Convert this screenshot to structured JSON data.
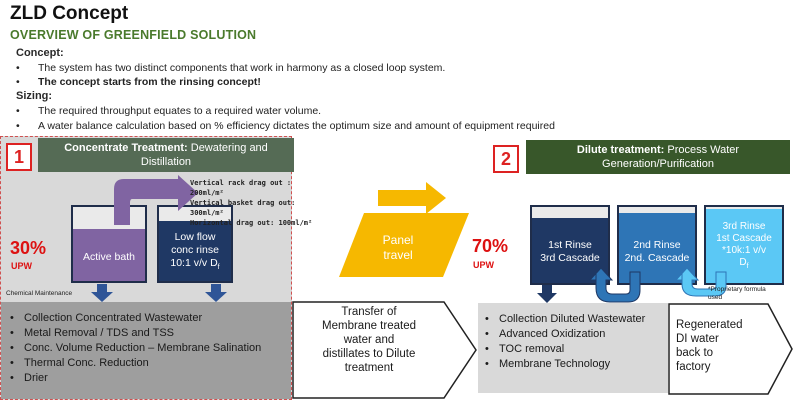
{
  "title": "ZLD Concept",
  "subtitle": "OVERVIEW OF GREENFIELD SOLUTION",
  "concept": {
    "heading": "Concept:",
    "bullets": [
      "The system has two distinct components that work in harmony as a closed loop system.",
      "The concept starts from the rinsing concept!"
    ]
  },
  "sizing": {
    "heading": "Sizing:",
    "bullets": [
      "The required throughput equates to a required water volume.",
      "A water balance calculation based on % efficiency dictates the optimum size and amount of equipment required"
    ]
  },
  "left": {
    "number": "1",
    "header_bold": "Concentrate Treatment:",
    "header_rest": " Dewatering and",
    "header_line2": "Distillation",
    "pct": "30%",
    "upw": "UPW",
    "tank1": "Active bath",
    "tank2_l1": "Low flow",
    "tank2_l2": "conc rinse",
    "tank2_l3": "10:1 v/v D",
    "tank2_sub": "f",
    "drag1": "Vertical rack drag out :",
    "drag2": "200ml/m²",
    "drag3": "Vertical basket drag out:",
    "drag4": "300ml/m²",
    "drag5": "Horizontal drag out: 100ml/m²",
    "chem": "Chemical Maintenance",
    "bullets": [
      "Collection Concentrated Wastewater",
      "Metal Removal / TDS and TSS",
      "Conc. Volume Reduction – Membrane Salination",
      "Thermal Conc. Reduction",
      "Drier"
    ]
  },
  "middle": {
    "panel_l1": "Panel",
    "panel_l2": "travel",
    "transfer": [
      "Transfer of",
      "Membrane treated",
      "water and",
      "distillates to Dilute",
      "treatment"
    ]
  },
  "right": {
    "number": "2",
    "header_bold": "Dilute treatment:",
    "header_rest": " Process Water",
    "header_line2": "Generation/Purification",
    "pct": "70%",
    "upw": "UPW",
    "rinse1": [
      "1st Rinse",
      "3rd Cascade"
    ],
    "rinse2": [
      "2nd Rinse",
      "2nd. Cascade"
    ],
    "rinse3": [
      "3rd Rinse",
      "1st Cascade",
      "*10k:1 v/v",
      "D"
    ],
    "rinse3_sub": "f",
    "note": [
      "*Proprietary formula",
      "used"
    ],
    "bullets": [
      "Collection Diluted Wastewater",
      "Advanced Oxidization",
      "TOC removal",
      "Membrane Technology"
    ],
    "regen": [
      "Regenerated",
      "DI water",
      "back to",
      "factory"
    ]
  },
  "colors": {
    "green_heading": "#4a7a2c",
    "header_box": "#556b55",
    "right_header": "#38572a",
    "tank_purple": "#8064a2",
    "tank_navy": "#1f3864",
    "rinse_mid": "#2e75b6",
    "rinse_light": "#5bc8f5",
    "arrow_yellow": "#f6b800",
    "arrow_blue_dark": "#1f4e79",
    "pct_red": "#dd1111"
  }
}
